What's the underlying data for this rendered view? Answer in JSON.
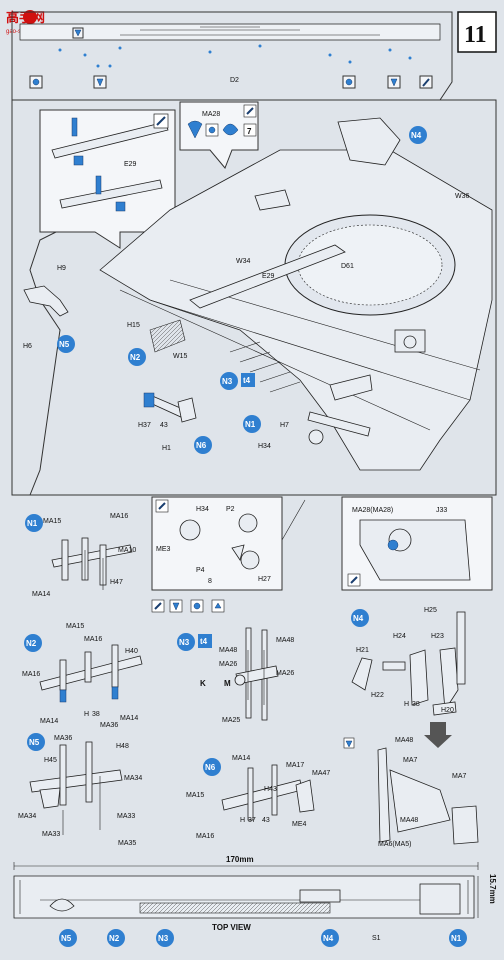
{
  "watermark": {
    "title": "高手网",
    "site": "gao-shou.com"
  },
  "step_number": "11",
  "top_strip": {
    "label": "D2"
  },
  "inset_rail": {
    "label": "E29"
  },
  "inset_ma28": {
    "label": "MA28",
    "num": "7"
  },
  "main": {
    "labels": {
      "n4": "N4",
      "w36": "W36",
      "w34": "W34",
      "e29": "E29",
      "d61": "D61",
      "h9": "H9",
      "h6": "H6",
      "n5": "N5",
      "h15": "H15",
      "n2": "N2",
      "w15": "W15",
      "n3": "N3",
      "t4": "t4",
      "h37": "H37",
      "h37n": "43",
      "h1": "H1",
      "n6": "N6",
      "n1": "N1",
      "h7": "H7",
      "h34": "H34"
    }
  },
  "detail_left": {
    "h34": "H34",
    "p2": "P2",
    "me3": "ME3",
    "p4": "P4",
    "h27": "H27",
    "num": "8"
  },
  "detail_right": {
    "ma28": "MA28(MA28)",
    "j33": "J33"
  },
  "legend": {
    "icons": [
      "paint-icon",
      "glue-icon",
      "pair-icon",
      "flip-icon"
    ]
  },
  "sub_n1": {
    "badge": "N1",
    "labels": [
      "MA15",
      "MA16",
      "MA10",
      "H47",
      "MA14"
    ]
  },
  "sub_n2": {
    "badge": "N2",
    "labels": [
      "MA15",
      "MA16",
      "H40",
      "MA16",
      "MA14",
      "MA14"
    ],
    "ref": "H",
    "ref_n": "38"
  },
  "sub_n3": {
    "badge": "N3",
    "t4": "t4",
    "labels": [
      "MA48",
      "MA48",
      "MA26",
      "MA26",
      "K",
      "M",
      "MA25"
    ]
  },
  "sub_n4": {
    "badge": "N4",
    "labels": [
      "H25",
      "H24",
      "H23",
      "H21",
      "H22",
      "H20"
    ],
    "ref": "H",
    "ref_n": "38"
  },
  "sub_n5": {
    "badge": "N5",
    "labels": [
      "MA36",
      "MA36",
      "H48",
      "H45",
      "MA34",
      "MA34",
      "MA33",
      "MA33",
      "MA35"
    ]
  },
  "sub_n6": {
    "badge": "N6",
    "labels": [
      "MA14",
      "MA17",
      "MA47",
      "H43",
      "MA15",
      "ME4",
      "MA16"
    ],
    "ref": "H",
    "ref_n": "37",
    "ref_n2": "43"
  },
  "sub_ma": {
    "labels": [
      "MA48",
      "MA7",
      "MA7",
      "MA48",
      "MA6(MA5)"
    ]
  },
  "dimensions": {
    "width": "170mm",
    "height": "15.7mm"
  },
  "top_view": {
    "title": "TOP VIEW",
    "s1": "S1",
    "badges": [
      "N5",
      "N2",
      "N3",
      "N4",
      "N1"
    ]
  }
}
